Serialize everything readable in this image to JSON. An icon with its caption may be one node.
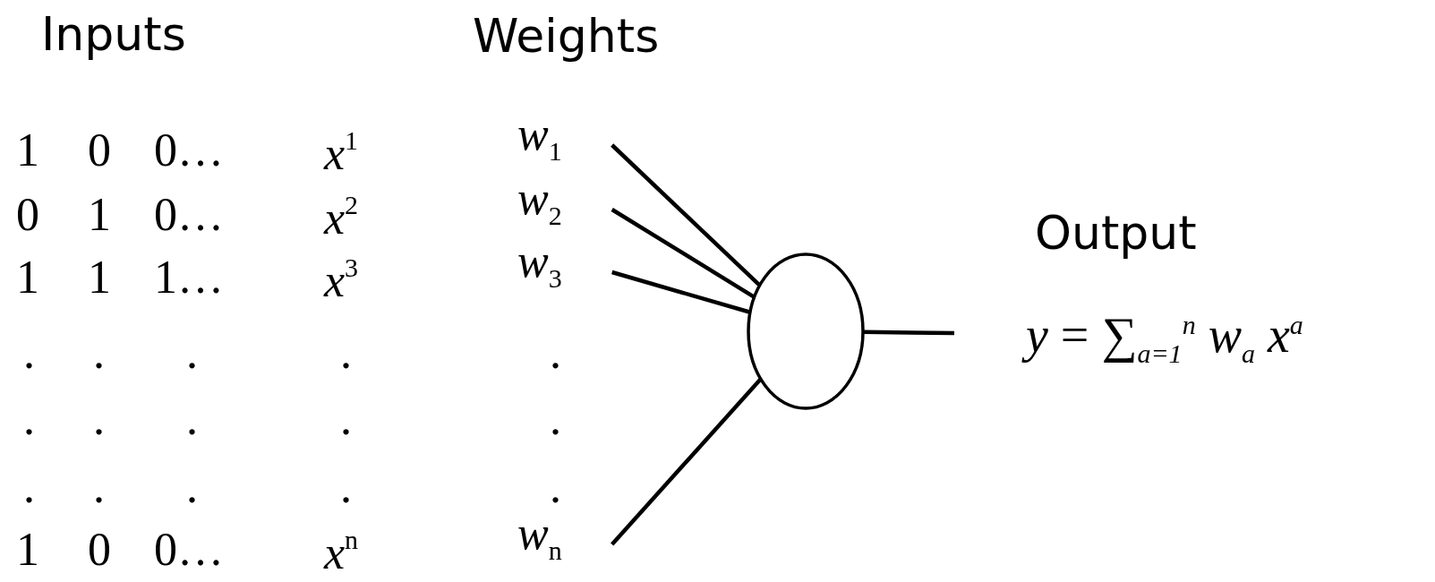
{
  "diagram": {
    "nodes": [
      {
        "text": [
          "*w*$_{1}$"
        ]
      },
      {
        "text": [
          "*w*$_{2}$"
        ]
      },
      {
        "text": [
          "*w*$_{3}$"
        ]
      },
      {
        "text": [
          "*w*$_{n}$"
        ]
      },
      {
        "text": [],
        "shape": "circle"
      }
    ],
    "edges": [
      {
        "from": 0,
        "to": 4,
        "arrow": "none"
      },
      {
        "from": 1,
        "to": 4,
        "arrow": "none"
      },
      {
        "from": 2,
        "to": 4,
        "arrow": "none"
      },
      {
        "from": 3,
        "to": 4,
        "arrow": "none"
      },
      {
        "from": 4,
        "to": null,
        "arrow": "none"
      }
    ],
    "labels": [
      "Inputs",
      "Weights",
      "1",
      "0",
      "0…",
      "*x*$^{1}$",
      "0",
      "1",
      "0…",
      "*x*$^{2}$",
      "1",
      "1",
      "1…",
      "*x*$^{3}$",
      ".",
      ".",
      ".",
      ".",
      ".",
      ".",
      ".",
      ".",
      ".",
      ".",
      ".",
      ".",
      ".",
      ".",
      ".",
      "1",
      "0",
      "0…",
      "*x*$^{n}$",
      "Output",
      "*y* = ∑$_{a=1}$$^{n}$ *w*$_{a}$ *x*$^{a}$"
    ]
  }
}
